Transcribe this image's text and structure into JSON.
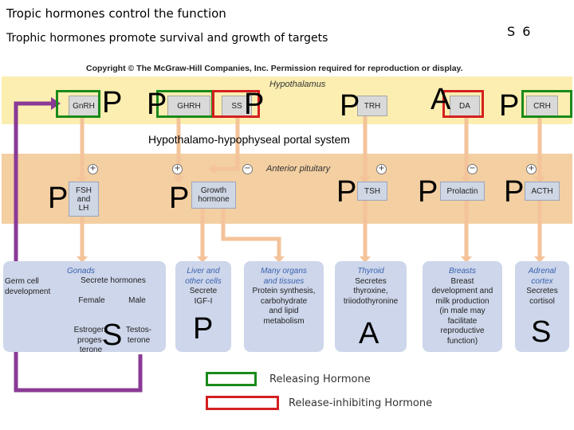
{
  "slide": {
    "title": "Tropic hormones control the function",
    "subtitle": "Trophic hormones promote survival and growth of targets",
    "number": "S 6"
  },
  "figure": {
    "copyright": "Copyright © The McGraw-Hill Companies, Inc. Permission required for reproduction or display.",
    "hypothalamus_label": "Hypothalamus",
    "pituitary_label": "Anterior pituitary",
    "portal_label": "Hypothalamo-hypophyseal portal system",
    "hypothalamic_hormones": [
      "GnRH",
      "GHRH",
      "SS",
      "TRH",
      "DA",
      "CRH"
    ],
    "pituitary_hormones": [
      {
        "lines": [
          "FSH",
          "and",
          "LH"
        ]
      },
      {
        "lines": [
          "Growth",
          "hormone"
        ]
      },
      {
        "lines": [
          "TSH"
        ]
      },
      {
        "lines": [
          "Prolactin"
        ]
      },
      {
        "lines": [
          "ACTH"
        ]
      }
    ],
    "signs": [
      "+",
      "+",
      "−",
      "+",
      "−",
      "+"
    ],
    "targets": {
      "germ": "Germ cell development",
      "gonads_title": "Gonads",
      "gonads_sub": "Secrete hormones",
      "female": "Female",
      "male": "Male",
      "female_h": [
        "Estrogen,",
        "proges-",
        "terone"
      ],
      "male_h": [
        "Testos-",
        "terone"
      ],
      "liver": {
        "title": [
          "Liver and",
          "other cells"
        ],
        "lines": [
          "Secrete",
          "IGF-I"
        ]
      },
      "organs": {
        "title": [
          "Many organs",
          "and tissues"
        ],
        "lines": [
          "Protein synthesis,",
          "carbohydrate",
          "and lipid",
          "metabolism"
        ]
      },
      "thyroid": {
        "title": [
          "Thyroid"
        ],
        "lines": [
          "Secretes",
          "thyroxine,",
          "triiodothyronine"
        ]
      },
      "breasts": {
        "title": [
          "Breasts"
        ],
        "lines": [
          "Breast",
          "development and",
          "milk production",
          "(in male may",
          "facilitate",
          "reproductive",
          "function)"
        ]
      },
      "adrenal": {
        "title": [
          "Adrenal",
          "cortex"
        ],
        "lines": [
          "Secretes",
          "cortisol"
        ]
      }
    }
  },
  "annotations": {
    "P": "P",
    "A": "A",
    "S": "S"
  },
  "legend": {
    "releasing": "Releasing Hormone",
    "inhibiting": "Release-inhibiting Hormone",
    "releasing_color": "#1a8a1a",
    "inhibiting_color": "#d42020"
  },
  "colors": {
    "hypothalamus_band": "#fbeeb0",
    "pituitary_band": "#f3cfa2",
    "arrow": "#f4c39a",
    "purple": "#8a3a96"
  }
}
